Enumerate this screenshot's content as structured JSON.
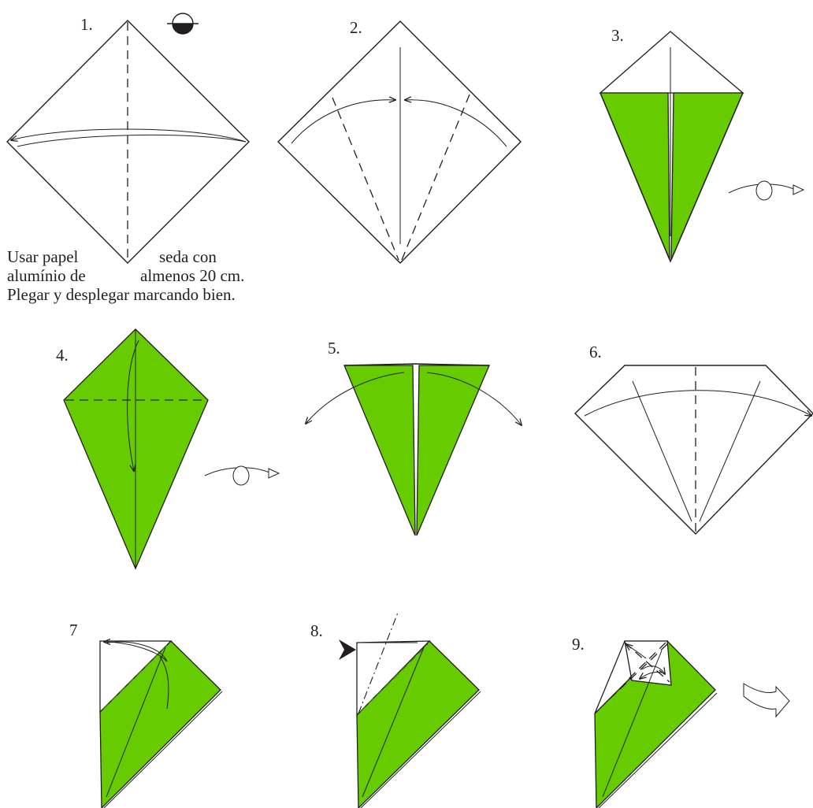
{
  "colors": {
    "paper_color": "#66cc00",
    "line": "#231f20"
  },
  "steps": [
    {
      "label": "1."
    },
    {
      "label": "2."
    },
    {
      "label": "3."
    },
    {
      "label": "4."
    },
    {
      "label": "5."
    },
    {
      "label": "6."
    },
    {
      "label": "7"
    },
    {
      "label": "8."
    },
    {
      "label": "9."
    }
  ],
  "instructions": {
    "line1_left": "Usar papel",
    "line1_right": "seda con",
    "line2_left": "alumínio de",
    "line2_right": "almenos 20 cm.",
    "line3": "Plegar y desplegar marcando bien."
  },
  "symbols": [
    "color-side-down-symbol",
    "turn-over-symbol",
    "valley-fold-arrow",
    "push-arrow",
    "rotate-arrow"
  ]
}
